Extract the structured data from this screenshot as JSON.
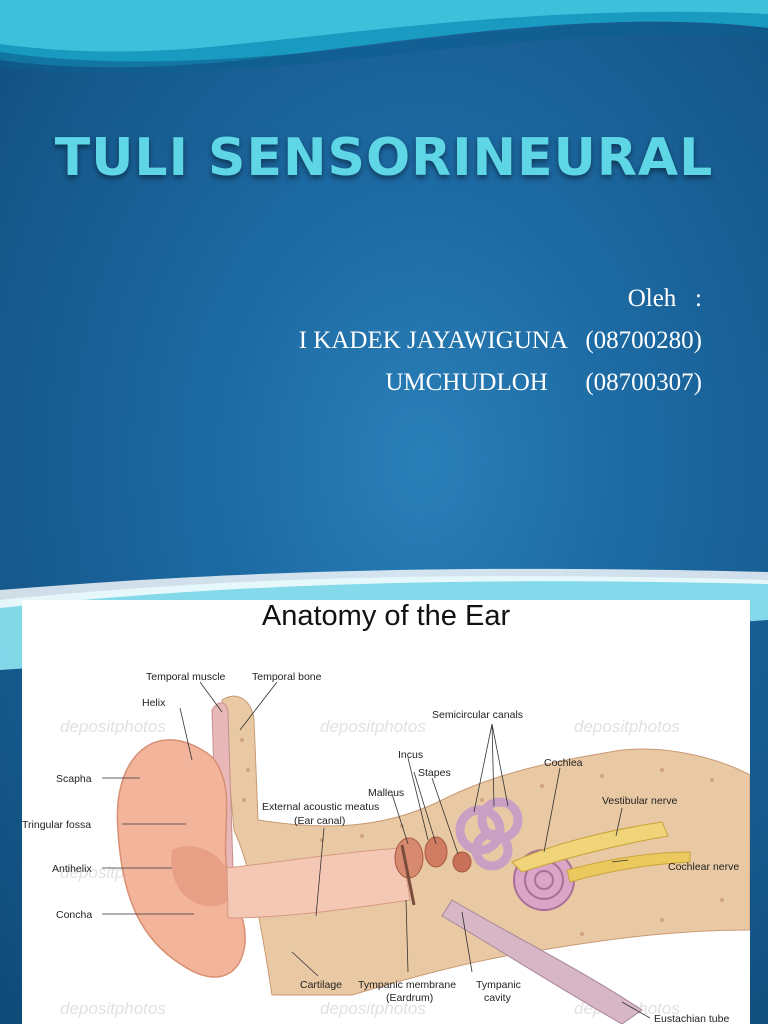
{
  "slide": {
    "title": "TULI SENSORINEURAL",
    "authors": [
      "Oleh   :",
      "I KADEK JAYAWIGUNA   (08700280)",
      "UMCHUDLOH      (08700307)"
    ]
  },
  "diagram": {
    "title": "Anatomy of the Ear",
    "labels": {
      "temporal_muscle": "Temporal muscle",
      "temporal_bone": "Temporal bone",
      "helix": "Helix",
      "scapha": "Scapha",
      "triangular_fossa": "Tringular fossa",
      "antihelix": "Antihelix",
      "concha": "Concha",
      "ear_canal_1": "External acoustic meatus",
      "ear_canal_2": "(Ear canal)",
      "malleus": "Malleus",
      "incus": "Incus",
      "stapes": "Stapes",
      "semicircular": "Semicircular canals",
      "cochlea": "Cochlea",
      "vestibular": "Vestibular nerve",
      "cochlear_nerve": "Cochlear nerve",
      "cartilage": "Cartilage",
      "tympanic_membrane_1": "Tympanic membrane",
      "tympanic_membrane_2": "(Eardrum)",
      "tympanic_cavity_1": "Tympanic",
      "tympanic_cavity_2": "cavity",
      "eustachian": "Eustachian tube"
    },
    "watermark": "depositphotos"
  }
}
